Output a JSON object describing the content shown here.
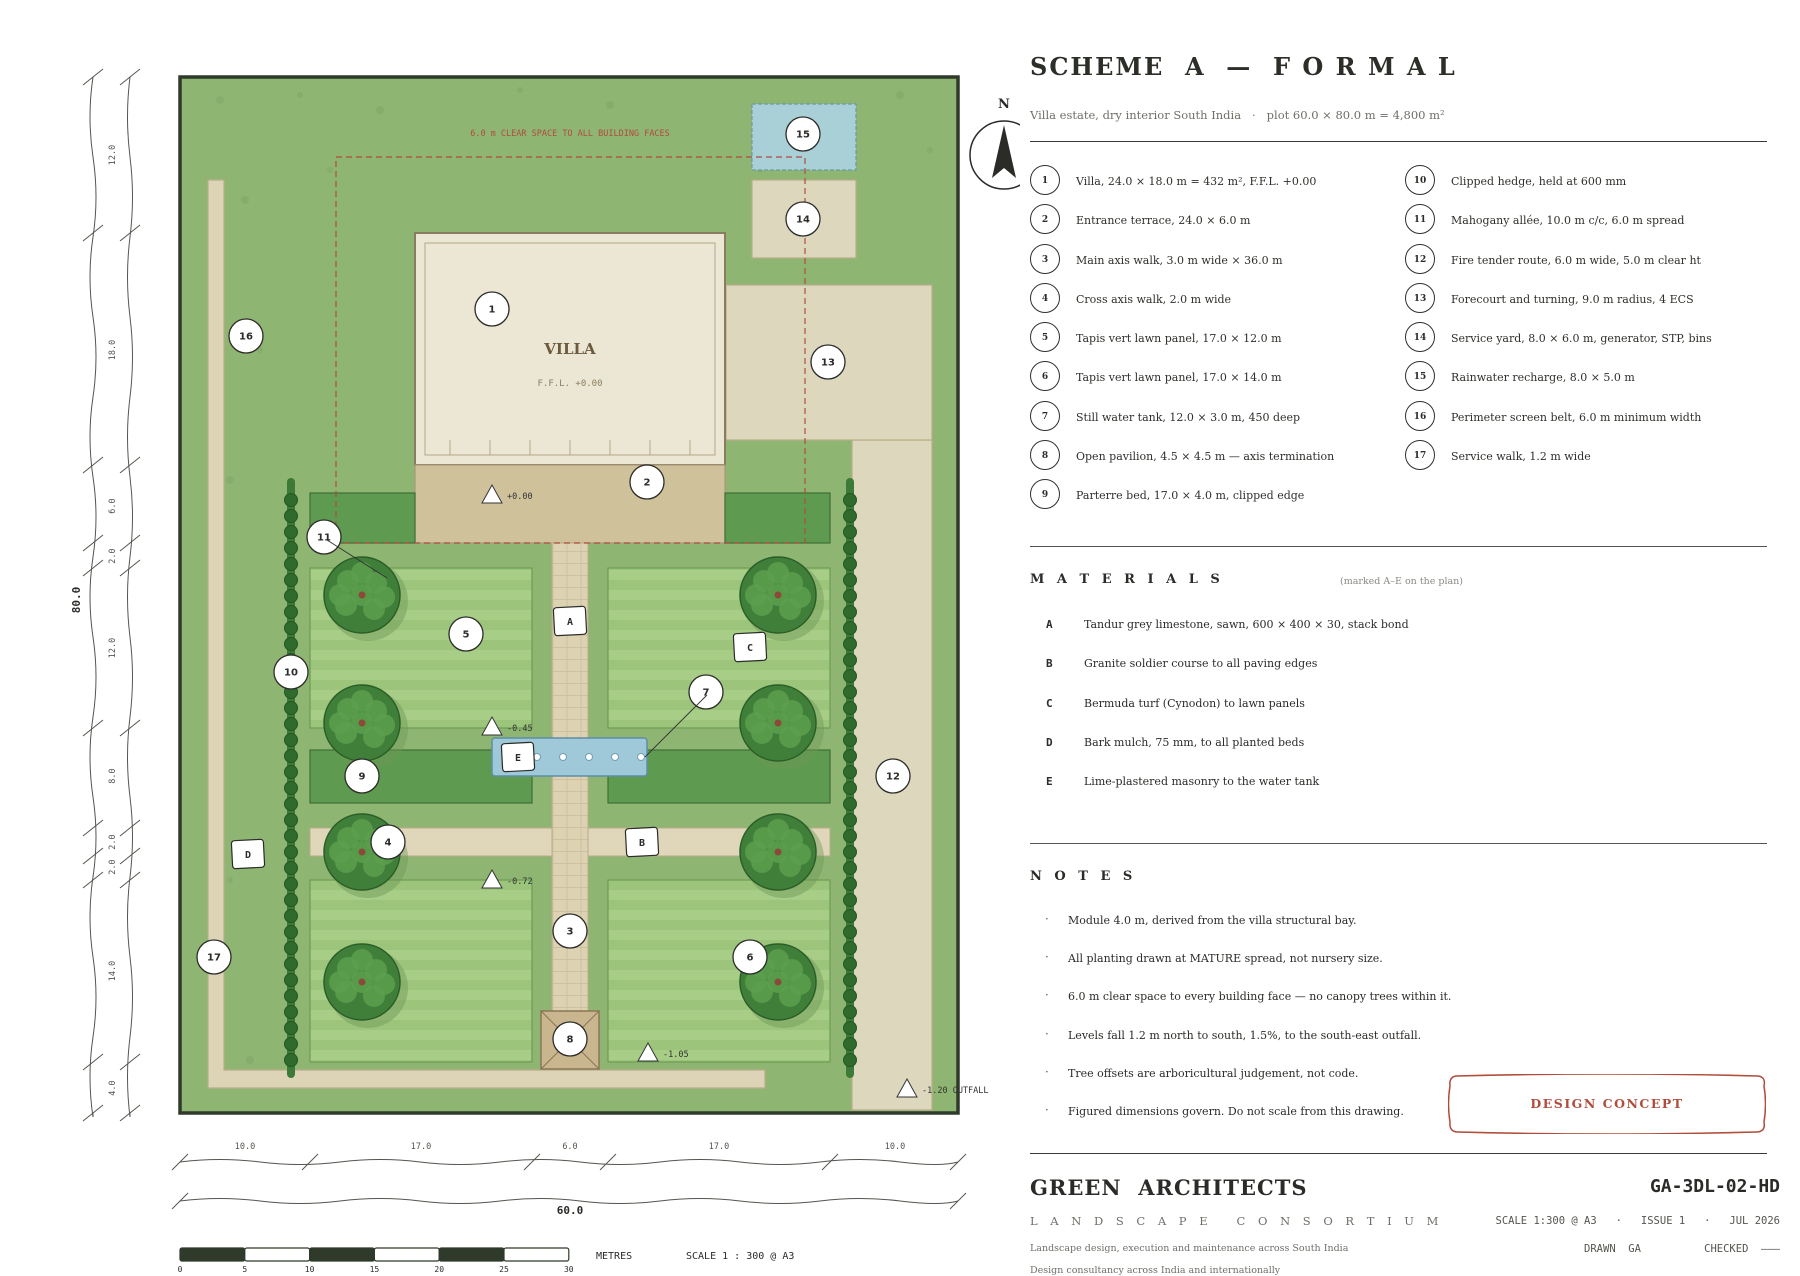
{
  "sheet": {
    "title": "SCHEME  A  —  F O R M A L",
    "subtitle": "Villa estate, dry interior South India   ·   plot 60.0 × 80.0 m = 4,800 m²"
  },
  "legend": [
    {
      "num": "1",
      "text": "Villa, 24.0 × 18.0 m = 432 m², F.F.L. +0.00"
    },
    {
      "num": "2",
      "text": "Entrance terrace, 24.0 × 6.0 m"
    },
    {
      "num": "3",
      "text": "Main axis walk, 3.0 m wide × 36.0 m"
    },
    {
      "num": "4",
      "text": "Cross axis walk, 2.0 m wide"
    },
    {
      "num": "5",
      "text": "Tapis vert lawn panel, 17.0 × 12.0 m"
    },
    {
      "num": "6",
      "text": "Tapis vert lawn panel, 17.0 × 14.0 m"
    },
    {
      "num": "7",
      "text": "Still water tank, 12.0 × 3.0 m, 450 deep"
    },
    {
      "num": "8",
      "text": "Open pavilion, 4.5 × 4.5 m — axis termination"
    },
    {
      "num": "9",
      "text": "Parterre bed, 17.0 × 4.0 m, clipped edge"
    },
    {
      "num": "10",
      "text": "Clipped hedge, held at 600 mm"
    },
    {
      "num": "11",
      "text": "Mahogany allée, 10.0 m c/c, 6.0 m spread"
    },
    {
      "num": "12",
      "text": "Fire tender route, 6.0 m wide, 5.0 m clear ht"
    },
    {
      "num": "13",
      "text": "Forecourt and turning, 9.0 m radius, 4 ECS"
    },
    {
      "num": "14",
      "text": "Service yard, 8.0 × 6.0 m, generator, STP, bins"
    },
    {
      "num": "15",
      "text": "Rainwater recharge, 8.0 × 5.0 m"
    },
    {
      "num": "16",
      "text": "Perimeter screen belt, 6.0 m minimum width"
    },
    {
      "num": "17",
      "text": "Service walk, 1.2 m wide"
    }
  ],
  "materials": {
    "heading": "M A T E R I A L S",
    "note": "(marked A–E on the plan)",
    "items": [
      {
        "letter": "A",
        "text": "Tandur grey limestone, sawn, 600 × 400 × 30, stack bond"
      },
      {
        "letter": "B",
        "text": "Granite soldier course to all paving edges"
      },
      {
        "letter": "C",
        "text": "Bermuda turf (Cynodon) to lawn panels"
      },
      {
        "letter": "D",
        "text": "Bark mulch, 75 mm, to all planted beds"
      },
      {
        "letter": "E",
        "text": "Lime-plastered masonry to the water tank"
      }
    ]
  },
  "notes": {
    "heading": "N O T E S",
    "items": [
      "Module 4.0 m, derived from the villa structural bay.",
      "All planting drawn at MATURE spread, not nursery size.",
      "6.0 m clear space to every building face — no canopy trees within it.",
      "Levels fall 1.2 m north to south, 1.5%, to the south-east outfall.",
      "Tree offsets are arboricultural judgement, not code.",
      "Figured dimensions govern. Do not scale from this drawing."
    ]
  },
  "stamp": "DESIGN  CONCEPT",
  "titleblock": {
    "firm": "GREEN  ARCHITECTS",
    "firm_sub": "L A N D S C A P E   C O N S O R T I U M",
    "line1": "Landscape design, execution and maintenance across South India",
    "line2": "Design consultancy across India and internationally",
    "drawing_no": "GA-3DL-02-HD",
    "meta": "SCALE 1:300 @ A3   ·   ISSUE 1   ·   JUL 2026",
    "drawn": "DRAWN  GA          CHECKED  ———"
  },
  "plan": {
    "north": "N",
    "villa_label": "VILLA",
    "ffl_label": "F.F.L.  +0.00",
    "clear_space_label": "6.0 m CLEAR SPACE TO ALL BUILDING FACES",
    "overall_width": "60.0",
    "overall_depth": "80.0",
    "width_dims": [
      "10.0",
      "17.0",
      "6.0",
      "17.0",
      "10.0"
    ],
    "depth_dims": [
      "12.0",
      "18.0",
      "6.0",
      "2.0",
      "12.0",
      "8.0",
      "2.0",
      "2.0",
      "14.0",
      "4.0"
    ],
    "levels": [
      "+0.00",
      "-0.45",
      "-0.72",
      "-1.05",
      "-1.20 OUTFALL"
    ],
    "scale_bar": {
      "ticks": [
        "0",
        "5",
        "10",
        "15",
        "20",
        "25",
        "30"
      ],
      "unit": "METRES",
      "scale_text": "SCALE  1 : 300  @  A3"
    },
    "callouts": [
      "1",
      "2",
      "3",
      "4",
      "5",
      "6",
      "7",
      "8",
      "9",
      "10",
      "11",
      "12",
      "13",
      "14",
      "15",
      "16",
      "17"
    ],
    "material_tags": [
      "A",
      "B",
      "C",
      "D",
      "E"
    ],
    "colors": {
      "lawn": "#8fb573",
      "hedge": "#4f8a45",
      "paving": "#dcd3b6",
      "villa": "#ece7d4",
      "water": "#9fc9d9",
      "border": "#2f3a2a",
      "red_dash": "#b04c3c"
    }
  }
}
